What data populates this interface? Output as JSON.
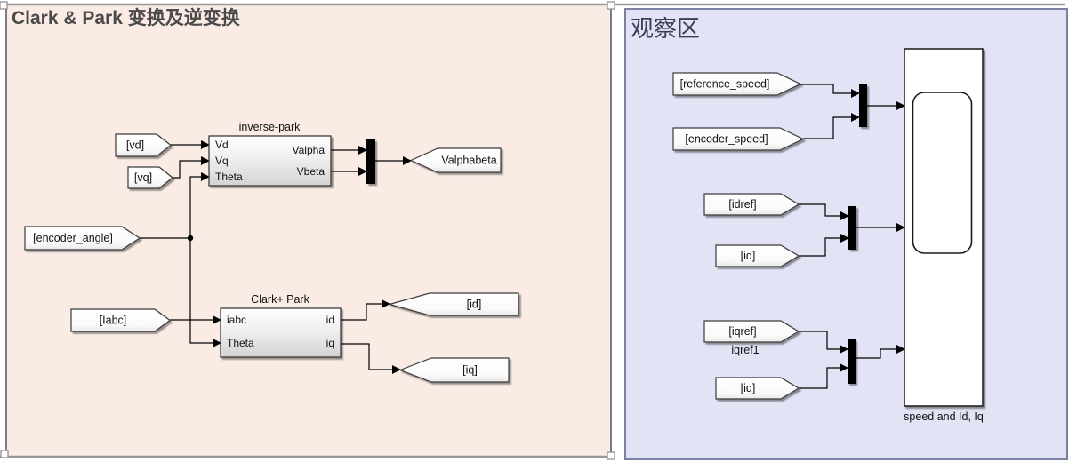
{
  "colors": {
    "left_area_bg": "#FAECE5",
    "right_area_bg": "#E2E4F6",
    "right_area_border": "#7B81A0",
    "selection_line": "#999999",
    "wire": "#000000"
  },
  "left_area": {
    "title": "Clark & Park 变换及逆变换",
    "from_tags": {
      "vd": "[vd]",
      "vq": "[vq]",
      "encoder_angle": "[encoder_angle]",
      "iabc": "[Iabc]"
    },
    "goto_tags": {
      "valphabeta": "Valphabeta",
      "id": "[id]",
      "iq": "[iq]"
    },
    "inverse_park": {
      "name": "inverse-park",
      "in": [
        "Vd",
        "Vq",
        "Theta"
      ],
      "out": [
        "Valpha",
        "Vbeta"
      ]
    },
    "clark_park": {
      "name": "Clark+ Park",
      "in": [
        "iabc",
        "Theta"
      ],
      "out": [
        "id",
        "iq"
      ]
    }
  },
  "right_area": {
    "title": "观察区",
    "from_tags": {
      "reference_speed": "[reference_speed]",
      "encoder_speed": "[encoder_speed]",
      "idref": "[idref]",
      "id": "[id]",
      "iqref": "[iqref]",
      "iq": "[iq]"
    },
    "iqref_caption": "iqref1",
    "scope_name": "speed and Id, Iq"
  }
}
